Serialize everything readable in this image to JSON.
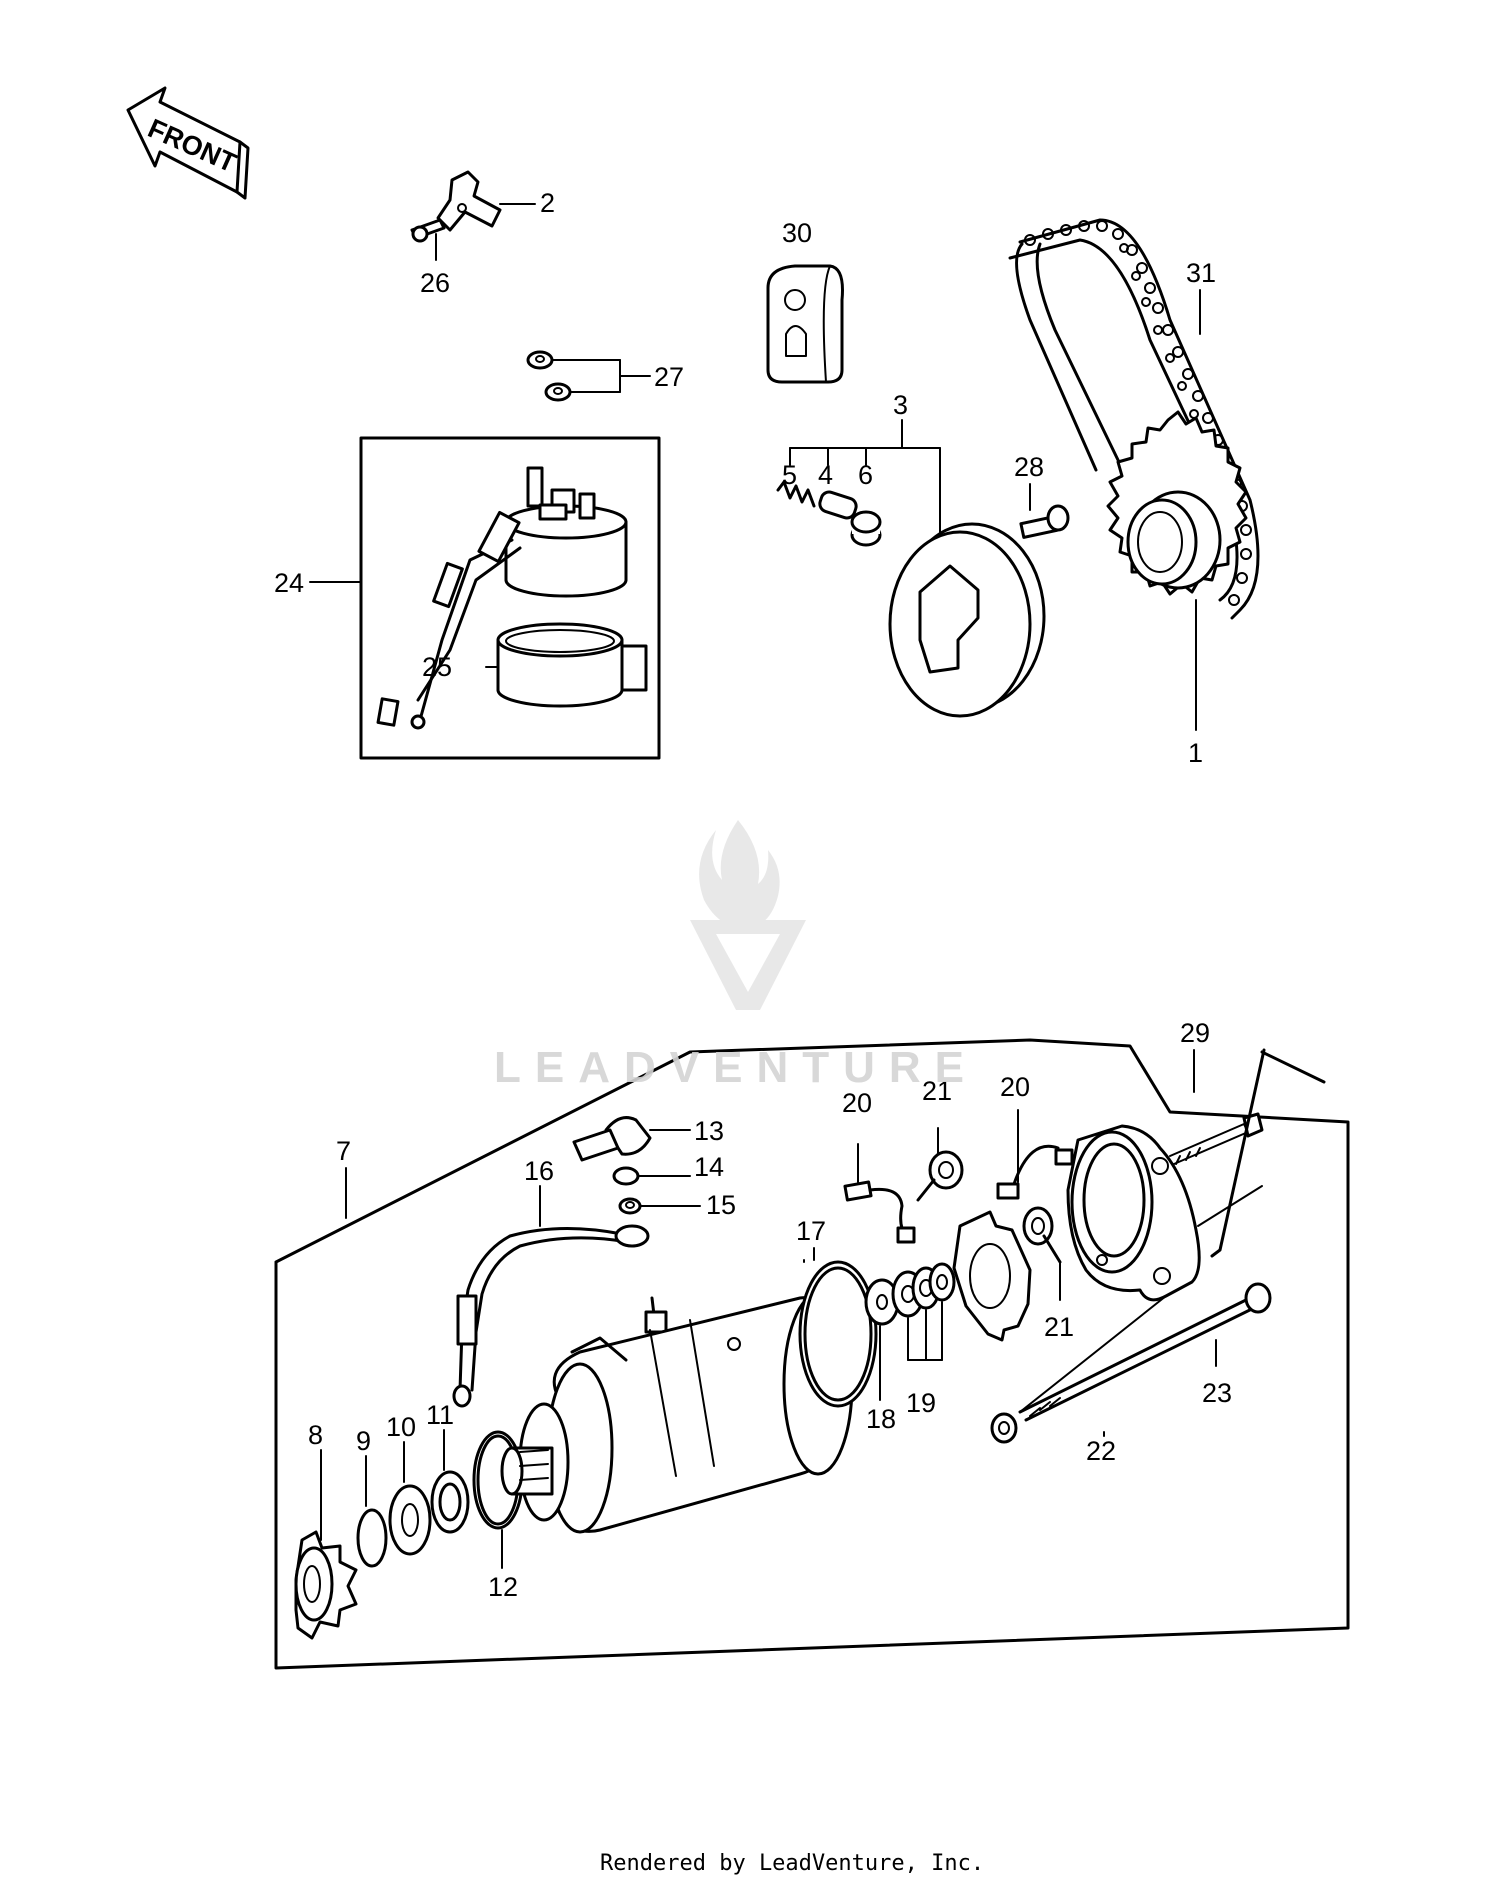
{
  "front_label": "FRONT",
  "footer": "Rendered by LeadVenture, Inc.",
  "watermark": {
    "text": "LEADVENTURE",
    "logo": "leadventure-flame-logo"
  },
  "callouts": [
    "1",
    "2",
    "3",
    "4",
    "5",
    "6",
    "7",
    "8",
    "9",
    "10",
    "11",
    "12",
    "13",
    "14",
    "15",
    "16",
    "17",
    "18",
    "19",
    "20",
    "20",
    "21",
    "21",
    "22",
    "23",
    "24",
    "25",
    "26",
    "27",
    "28",
    "29",
    "30",
    "31"
  ]
}
